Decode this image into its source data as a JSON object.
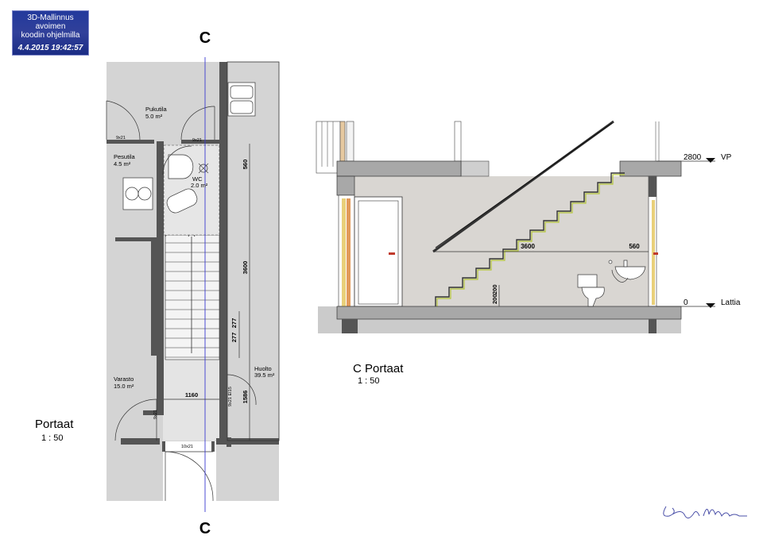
{
  "stamp": {
    "line1": "3D-Mallinnus avoimen",
    "line2": "koodin ohjelmilla",
    "datetime": "4.4.2015 19:42:57"
  },
  "section_marker_top": "C",
  "section_marker_bottom": "C",
  "plan": {
    "title": "Portaat",
    "scale": "1 : 50",
    "rooms": [
      {
        "name": "Pukutila",
        "area": "5.0 m²"
      },
      {
        "name": "Pesutila",
        "area": "4.5 m²"
      },
      {
        "name": "WC",
        "area": "2.0 m²"
      },
      {
        "name": "Varasto",
        "area": "15.0 m²"
      },
      {
        "name": "Huolto",
        "area": "39.5 m²"
      }
    ],
    "door_labels": [
      "9x21",
      "9x21",
      "9x21",
      "9x21 EI15",
      "10x21"
    ],
    "dimensions": [
      "560",
      "3600",
      "277",
      "277",
      "1160",
      "1586"
    ]
  },
  "section": {
    "title": "C Portaat",
    "scale": "1 : 50",
    "level_vp_value": "2800",
    "level_vp_label": "VP",
    "level_floor_value": "0",
    "level_floor_label": "Lattia",
    "dimensions": [
      "3600",
      "560",
      "200",
      "200"
    ]
  },
  "signature": "signature"
}
